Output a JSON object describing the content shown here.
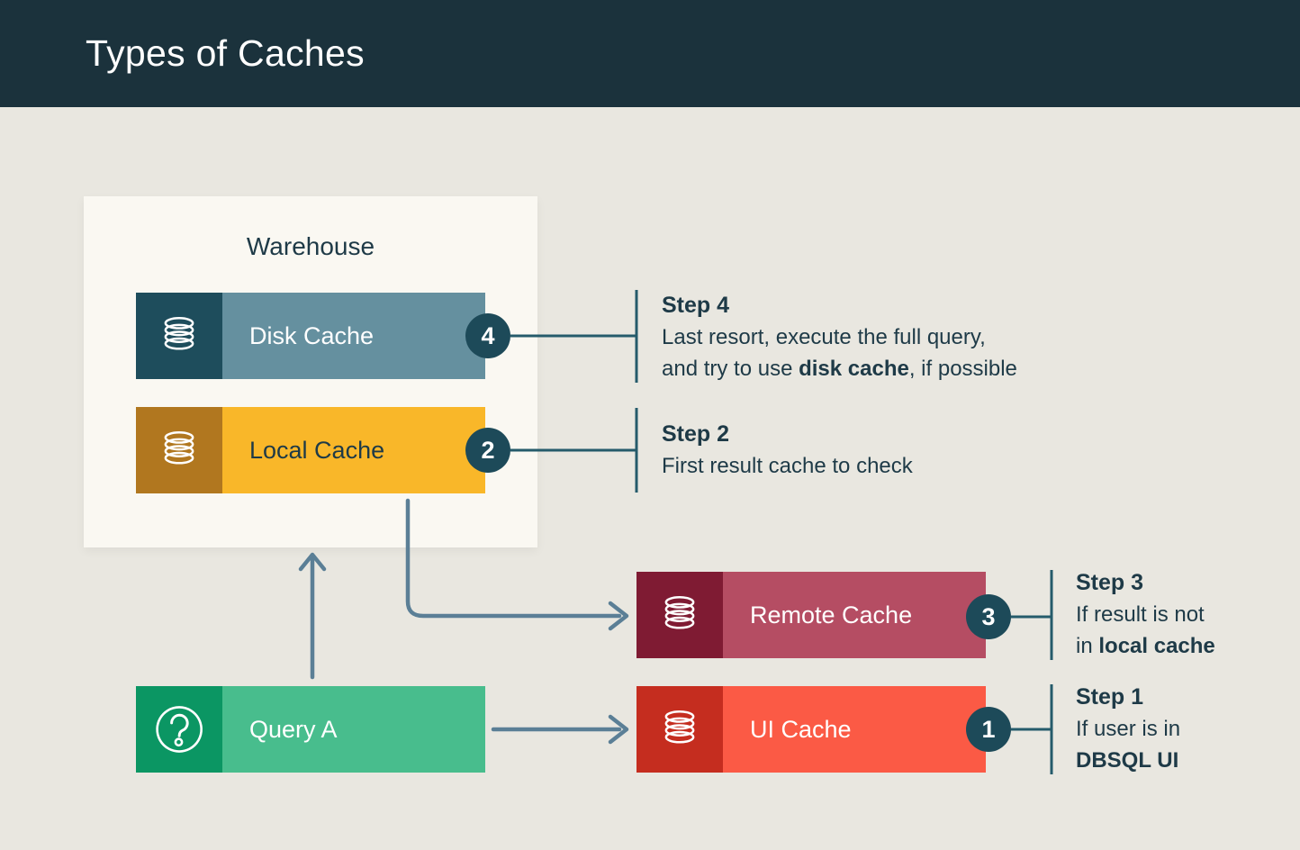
{
  "header": {
    "title": "Types of Caches"
  },
  "warehouse": {
    "title": "Warehouse"
  },
  "nodes": {
    "disk": {
      "label": "Disk Cache",
      "badge": "4",
      "icon": "database-icon"
    },
    "local": {
      "label": "Local Cache",
      "badge": "2",
      "icon": "database-icon"
    },
    "remote": {
      "label": "Remote Cache",
      "badge": "3",
      "icon": "database-icon"
    },
    "ui": {
      "label": "UI Cache",
      "badge": "1",
      "icon": "database-icon"
    },
    "query": {
      "label": "Query A",
      "icon": "question-icon"
    }
  },
  "steps": {
    "step4": {
      "title": "Step 4",
      "line1": "Last resort, execute the full query,",
      "line2_pre": "and try to use ",
      "line2_bold": "disk cache",
      "line2_post": ", if possible"
    },
    "step2": {
      "title": "Step 2",
      "line1": "First result cache to check"
    },
    "step3": {
      "title": "Step 3",
      "line1": "If result is not",
      "line2_pre": "in ",
      "line2_bold": "local cache",
      "line2_post": ""
    },
    "step1": {
      "title": "Step 1",
      "line1": "If user is in",
      "line2_pre": "",
      "line2_bold": "DBSQL UI",
      "line2_post": ""
    }
  },
  "colors": {
    "header_bg": "#1b323c",
    "canvas_bg": "#e9e7e0",
    "panel_bg": "#faf8f2",
    "disk_icon_bg": "#1e4d5c",
    "disk_body_bg": "#65909f",
    "local_icon_bg": "#b1771f",
    "local_body_bg": "#f9b729",
    "remote_icon_bg": "#7f1b33",
    "remote_body_bg": "#b54d63",
    "ui_icon_bg": "#c52d1f",
    "ui_body_bg": "#fb5a45",
    "query_icon_bg": "#0b9663",
    "query_body_bg": "#48bd8d",
    "badge_bg": "#1d4a59",
    "connector": "#255b6b",
    "arrow": "#5b7f96",
    "text_dark": "#1e3a47",
    "text_light": "#ffffff"
  }
}
